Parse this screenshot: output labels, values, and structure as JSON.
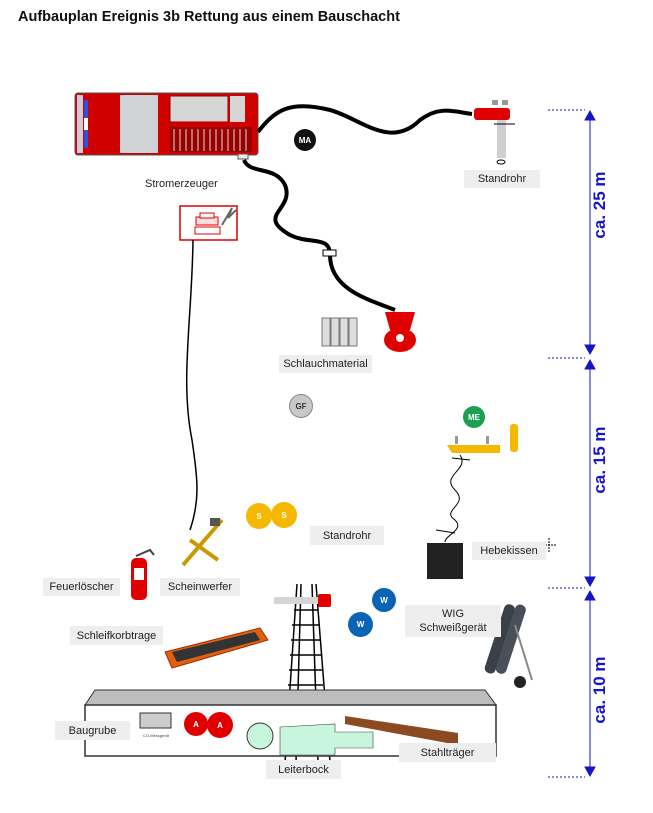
{
  "title": "Aufbauplan Ereignis 3b Rettung aus einem Bauschacht",
  "labels": {
    "stromerzeuger": "Stromerzeuger",
    "standrohr_top": "Standrohr",
    "schlauchmaterial": "Schlauchmaterial",
    "standrohr_mid": "Standrohr",
    "hebekissen": "Hebekissen",
    "feuerloescher": "Feuerlöscher",
    "scheinwerfer": "Scheinwerfer",
    "schleifkorbtrage": "Schleifkorbtrage",
    "wig_line1": "WIG",
    "wig_line2": "Schweißgerät",
    "baugrube": "Baugrube",
    "co_messgeraet": "CO-Messgerät",
    "stahltraeger": "Stahlträger",
    "leiterbock": "Leiterbock"
  },
  "markers": {
    "ma": "MA",
    "gf": "GF",
    "me": "ME",
    "s": "S",
    "w": "W",
    "a": "A"
  },
  "dimensions": {
    "d25": "ca. 25 m",
    "d15": "ca. 15 m",
    "d10": "ca. 10 m"
  },
  "colors": {
    "fire_red": "#e00000",
    "dimension_blue": "#1414c8",
    "yellow": "#f5b800",
    "blue": "#0a64b4",
    "green": "#1aa050"
  }
}
